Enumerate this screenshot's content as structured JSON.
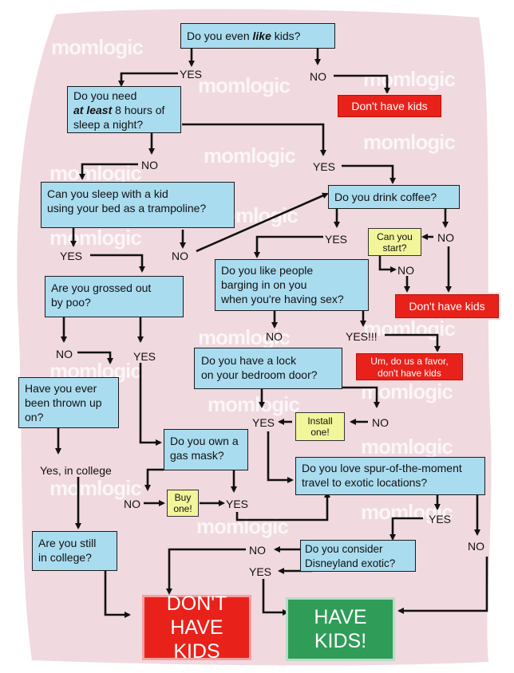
{
  "watermark": "momlogic",
  "colors": {
    "pink_bg": "#f0d9df",
    "question": "#aadcef",
    "red": "#e8221b",
    "green": "#2f9d58",
    "yellow": "#f2f59a"
  },
  "q_like_kids": {
    "pre": "Do you even ",
    "em": "like",
    "post": " kids?"
  },
  "lbl_yes_1": "YES",
  "lbl_no_1": "NO",
  "end_dont_1": "Don't have kids",
  "q_sleep": {
    "line1": "Do you need",
    "em": "at least",
    "line2_post": " 8 hours of",
    "line3": "sleep a night?"
  },
  "lbl_no_2": "NO",
  "lbl_yes_2": "YES",
  "q_trampoline": {
    "line1": "Can you sleep with a kid",
    "line2": "using your bed as a trampoline?"
  },
  "q_coffee": "Do you drink coffee?",
  "lbl_yes_3": "YES",
  "lbl_no_3": "NO",
  "lbl_yes_4": "YES",
  "lbl_no_4": "NO",
  "y_can_start": {
    "line1": "Can you",
    "line2": "start?"
  },
  "lbl_no_5": "NO",
  "end_dont_2": "Don't have kids",
  "q_barging": {
    "line1": "Do you like people",
    "line2": "barging in on you",
    "line3": "when you're having sex?"
  },
  "q_poo": {
    "line1": "Are you grossed out",
    "line2": "by poo?"
  },
  "lbl_no_6": "NO",
  "lbl_yes_5": "YES!!!",
  "end_favor": {
    "line1": "Um, do us a favor,",
    "line2": "don't have kids"
  },
  "lbl_no_7": "NO",
  "lbl_yes_6": "YES",
  "q_lock": {
    "line1": "Do you have a lock",
    "line2": "on your bedroom door?"
  },
  "q_thrown": {
    "line1": "Have you ever",
    "line2": "been thrown up",
    "line3": "on?"
  },
  "lbl_yes_7": "YES",
  "y_install": {
    "line1": "Install",
    "line2": "one!"
  },
  "lbl_no_8": "NO",
  "q_gasmask": {
    "line1": "Do you own a",
    "line2": "gas mask?"
  },
  "lbl_college": "Yes, in college",
  "q_travel": {
    "line1": "Do you love spur-of-the-moment",
    "line2": "travel to exotic locations?"
  },
  "lbl_no_9": "NO",
  "y_buy": {
    "line1": "Buy",
    "line2": "one!"
  },
  "lbl_yes_8": "YES",
  "lbl_yes_9": "YES",
  "q_still_college": {
    "line1": "Are you still",
    "line2": "in college?"
  },
  "lbl_no_10": "NO",
  "q_disney": {
    "line1": "Do you consider",
    "line2": "Disneyland exotic?"
  },
  "lbl_no_11": "NO",
  "lbl_yes_10": "YES",
  "final_dont": {
    "line1": "DON'T",
    "line2": "HAVE KIDS"
  },
  "final_have": {
    "line1": "HAVE",
    "line2": "KIDS!"
  }
}
